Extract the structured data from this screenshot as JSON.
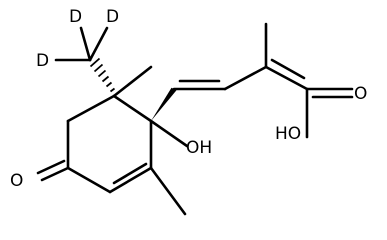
{
  "structure": {
    "atoms": {
      "d_top_left": "D",
      "d_top_right": "D",
      "d_left": "D",
      "ring_hydroxyl": "OH",
      "ring_ketone": "O",
      "acid_hydroxyl": "HO",
      "acid_carbonyl": "O"
    }
  }
}
